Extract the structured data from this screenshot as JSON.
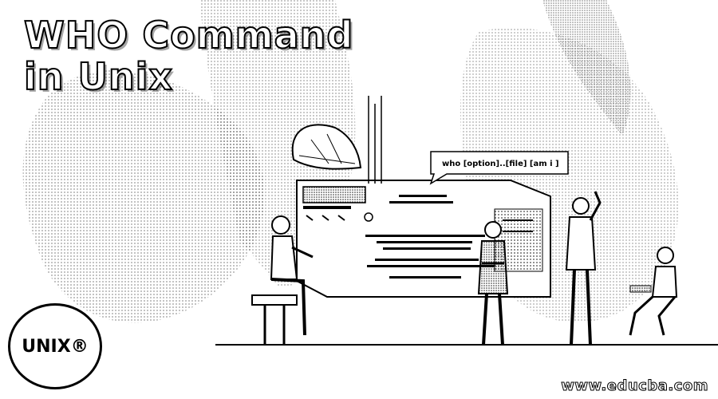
{
  "title": {
    "line1": "WHO Command",
    "line2": "in Unix"
  },
  "command_bubble": {
    "text": "who [option]..[file] [am i ]"
  },
  "badge": {
    "text": "UNIX®"
  },
  "footer": {
    "website": "www.educba.com"
  },
  "colors": {
    "ink": "#000000",
    "paper": "#ffffff",
    "halftone_gray": "#9a9a9a"
  }
}
